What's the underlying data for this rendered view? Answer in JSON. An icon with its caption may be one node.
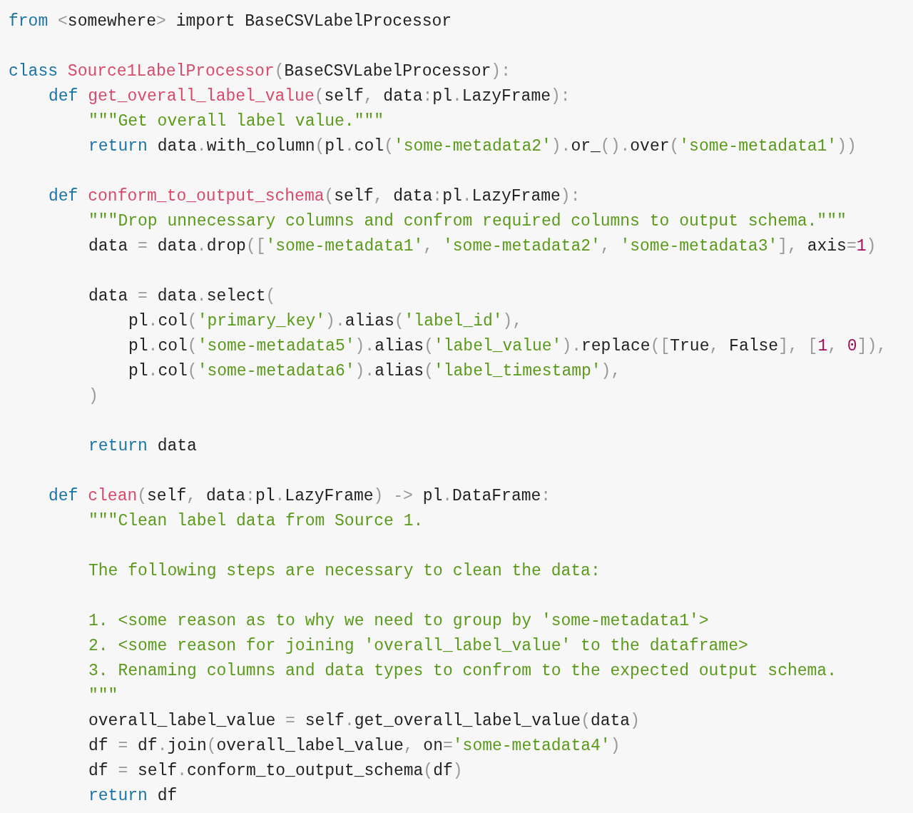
{
  "diagram": {
    "labels": [
      "from <somewhere> import BaseCSVLabelProcessor",
      "class Source1LabelProcessor(BaseCSVLabelProcessor):",
      "def get_overall_label_value(self, data:pl.LazyFrame):",
      "\"\"\"Get overall label value.\"\"\"",
      "return data.with_column(pl.col('some-metadata2').or_().over('some-metadata1'))",
      "def conform_to_output_schema(self, data:pl.LazyFrame):",
      "\"\"\"Drop unnecessary columns and confrom required columns to output schema.\"\"\"",
      "data = data.drop(['some-metadata1', 'some-metadata2', 'some-metadata3'], axis=1)",
      "data = data.select(",
      "pl.col('primary_key').alias('label_id'),",
      "pl.col('some-metadata5').alias('label_value').replace([True, False], [1, 0]),",
      "pl.col('some-metadata6').alias('label_timestamp'),",
      ")",
      "return data",
      "def clean(self, data:pl.LazyFrame) -> pl.DataFrame:",
      "\"\"\"Clean label data from Source 1.",
      "The following steps are necessary to clean the data:",
      "1. <some reason as to why we need to group by 'some-metadata1'>",
      "2. <some reason for joining 'overall_label_value' to the dataframe>",
      "3. Renaming columns and data types to confrom to the expected output schema.",
      "\"\"\"",
      "overall_label_value = self.get_overall_label_value(data)",
      "df = df.join(overall_label_value, on='some-metadata4')",
      "df = self.conform_to_output_schema(df)",
      "return df"
    ]
  }
}
